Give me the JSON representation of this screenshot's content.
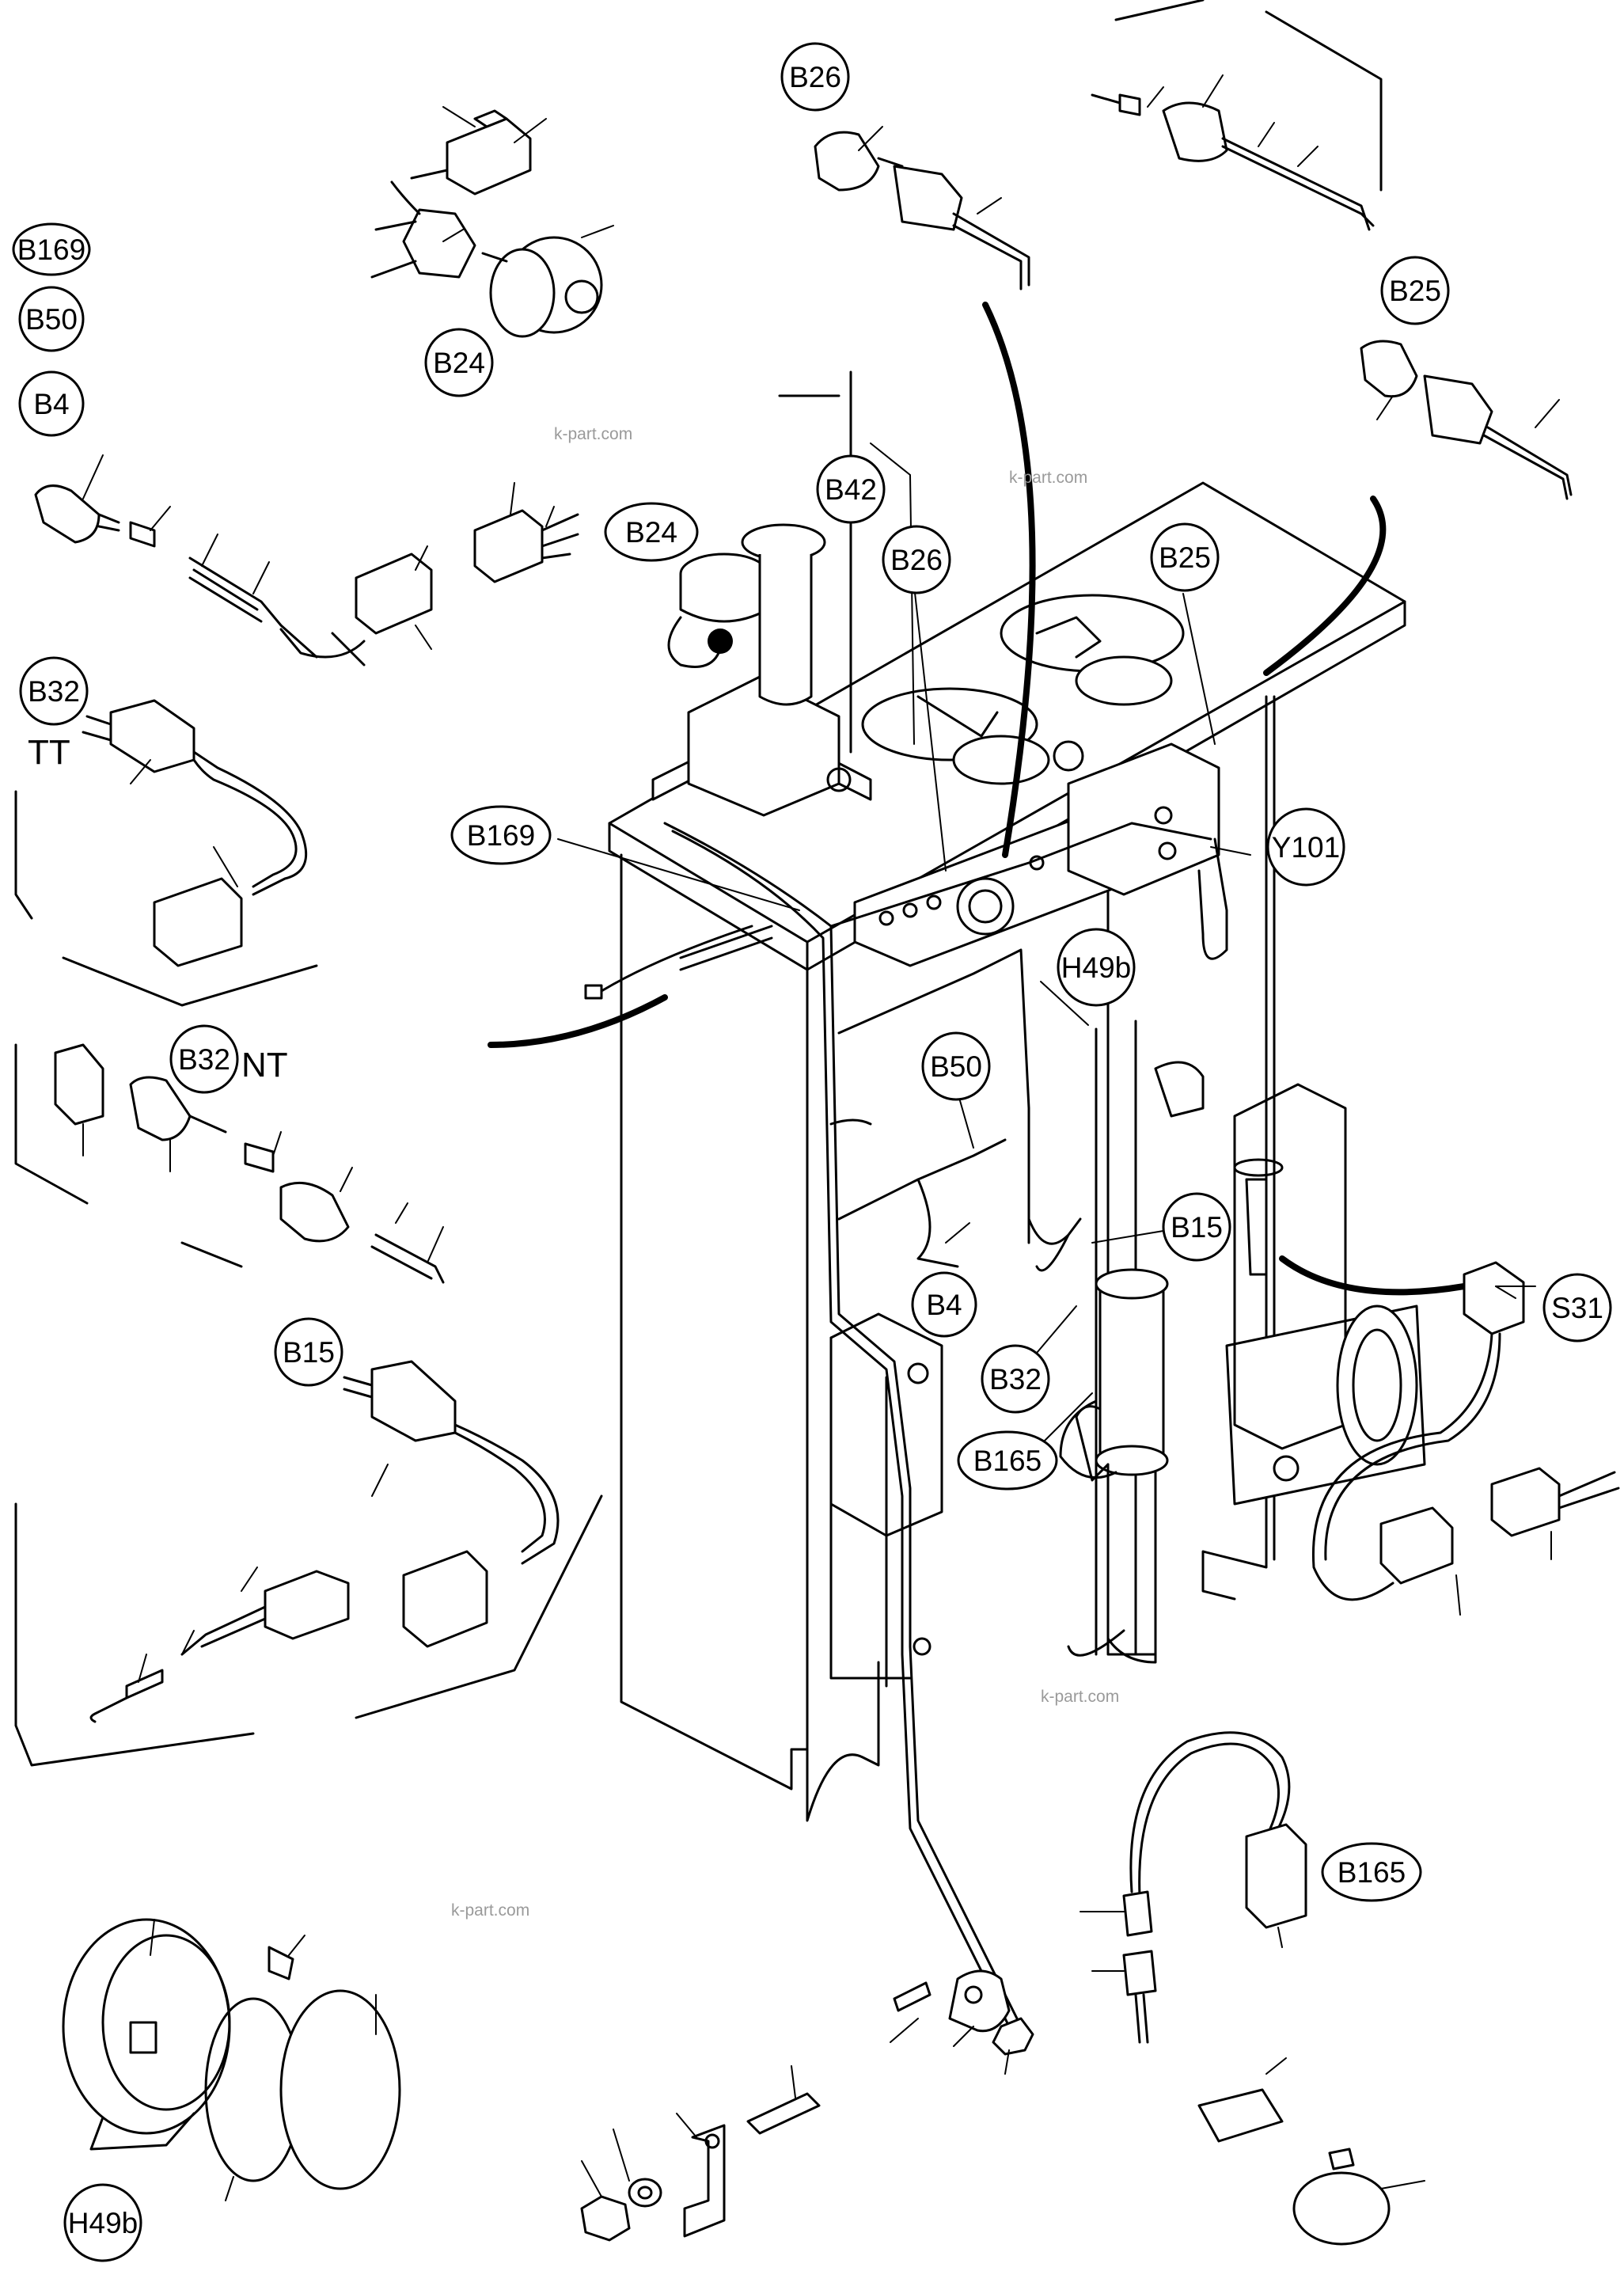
{
  "diagram": {
    "labels": {
      "b169_left": "B169",
      "b50_left": "B50",
      "b4_left": "B4",
      "b24_top": "B24",
      "b26_top": "B26",
      "b25_top": "B25",
      "b24_body": "B24",
      "b42": "B42",
      "b26_body": "B26",
      "b25_body": "B25",
      "b32_tt": "B32",
      "tt": "TT",
      "b169_body": "B169",
      "y101": "Y101",
      "h49b_body": "H49b",
      "b32_nt": "B32",
      "nt": "NT",
      "b50_body": "B50",
      "b15_body": "B15",
      "b4_body": "B4",
      "s31": "S31",
      "b32_body": "B32",
      "b15_left": "B15",
      "b165_body": "B165",
      "b165_right": "B165",
      "h49b_bottom": "H49b"
    },
    "watermarks": [
      "k-part.com",
      "k-part.com",
      "k-part.com",
      "k-part.com"
    ]
  }
}
